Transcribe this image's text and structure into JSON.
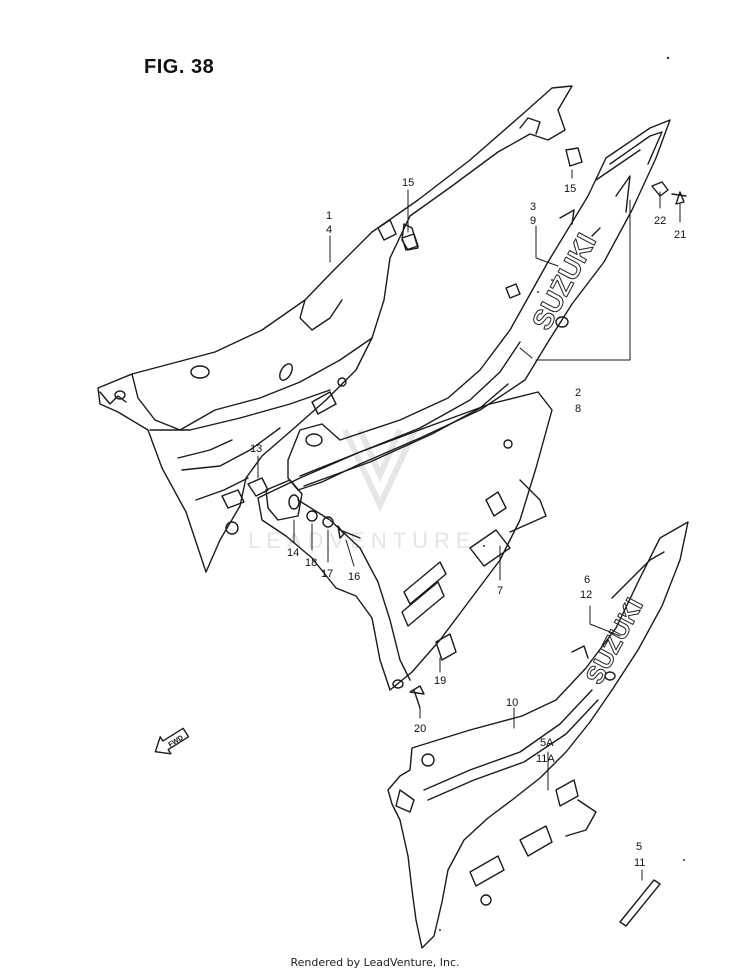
{
  "figure": {
    "title": "FIG. 38"
  },
  "footer": {
    "text": "Rendered by LeadVenture, Inc."
  },
  "watermark": {
    "text": "LEADVENTURE"
  },
  "brand": {
    "text": "SUZUKI"
  },
  "direction_marker": {
    "text": "FWD"
  },
  "callouts": {
    "c1": "1",
    "c4": "4",
    "c15a": "15",
    "c15b": "15",
    "c3": "3",
    "c9": "9",
    "c22": "22",
    "c21": "21",
    "c2": "2",
    "c8": "8",
    "c13": "13",
    "c14": "14",
    "c18": "18",
    "c17": "17",
    "c16": "16",
    "c7": "7",
    "c6": "6",
    "c12": "12",
    "c19": "19",
    "c20": "20",
    "c10": "10",
    "c5A": "5A",
    "c11A": "11A",
    "c5": "5",
    "c11": "11"
  },
  "colors": {
    "line": "#1a1a1a",
    "watermark": "#e4e4e4",
    "background": "#ffffff"
  }
}
